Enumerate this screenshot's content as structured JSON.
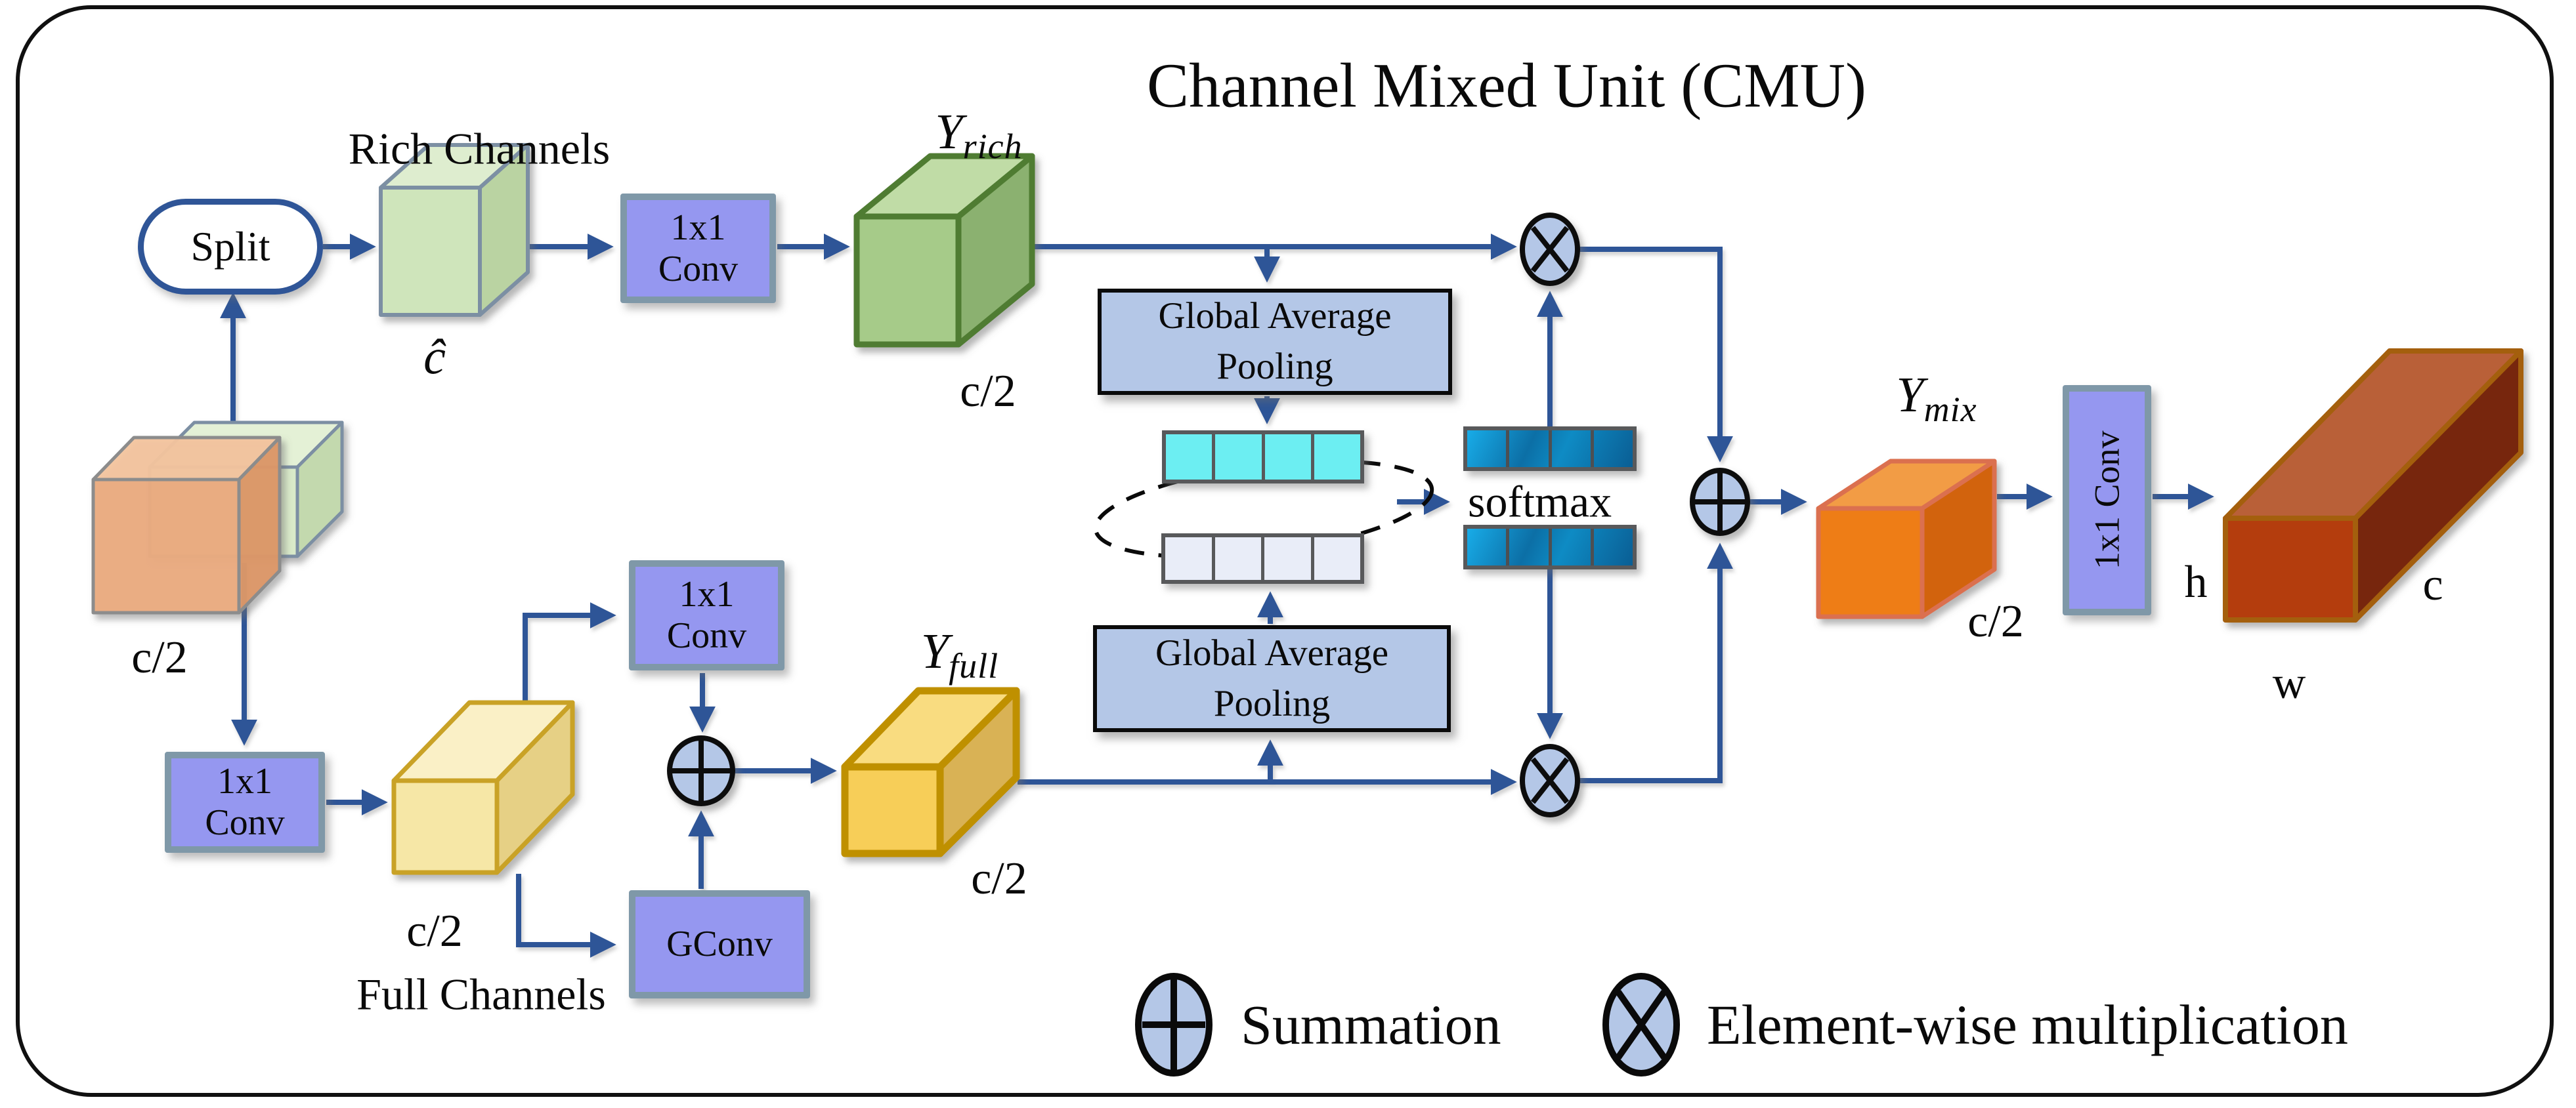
{
  "title": "Channel Mixed Unit (CMU)",
  "sections": {
    "rich_label": "Rich Channels",
    "full_label": "Full Channels"
  },
  "nodes": {
    "split": "Split",
    "conv1x1_line1": "1x1",
    "conv1x1_line2": "Conv",
    "conv1x1_vertical": "1x1 Conv",
    "gconv": "GConv",
    "gap_line1": "Global Average",
    "gap_line2": "Pooling",
    "softmax": "softmax"
  },
  "tensors": {
    "c_hat": "ĉ",
    "c_half": "c/2",
    "y_rich_base": "Y",
    "y_rich_sub": "rich",
    "y_full_base": "Y",
    "y_full_sub": "full",
    "y_mix_base": "Y",
    "y_mix_sub": "mix",
    "h": "h",
    "w": "w",
    "c": "c"
  },
  "legend": {
    "summation": "Summation",
    "multiplication": "Element-wise multiplication"
  },
  "colors": {
    "arrow_blue": "#2E5597",
    "conv_purple": "#9597F0",
    "conv_border": "#7F98A8",
    "gap_fill": "#B4C7E7",
    "node_circle_fill": "#B4C7E7",
    "cyan_strip": "#6CEEF2",
    "light_strip": "#E9EDF8",
    "dark_strip_bright": "#18ACE8",
    "dark_strip_deep": "#0A5E94",
    "green_cube": "#CFE5BB",
    "rich_cube": "#A6CB89",
    "orange_cube": "#EBAC80",
    "pale_yellow_cube": "#F6E7A6",
    "gold_cube": "#F7CE58",
    "mix_cube": "#EE7D15",
    "output_cube": "#B43C10"
  }
}
